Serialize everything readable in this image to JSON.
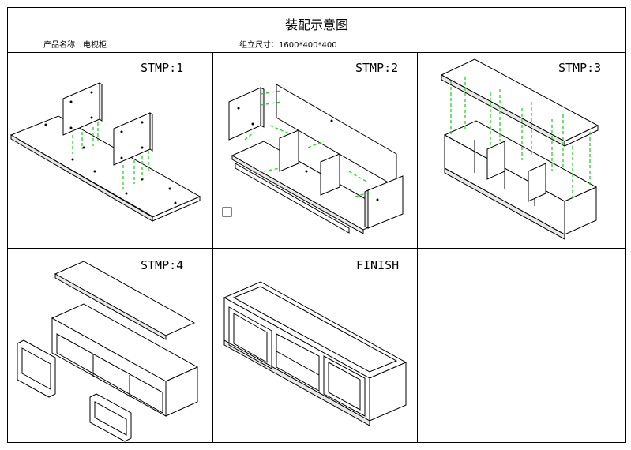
{
  "title": "装配示意图",
  "product_label": "产品名称：电视柜",
  "size_label": "组立尺寸：1600*400*400",
  "steps": [
    {
      "label": "STMP:1"
    },
    {
      "label": "STMP:2"
    },
    {
      "label": "STMP:3"
    },
    {
      "label": "STMP:4"
    },
    {
      "label": "FINISH"
    },
    {
      "label": ""
    }
  ],
  "colors": {
    "guide": "#25d425",
    "line": "#000000",
    "background": "#ffffff"
  }
}
